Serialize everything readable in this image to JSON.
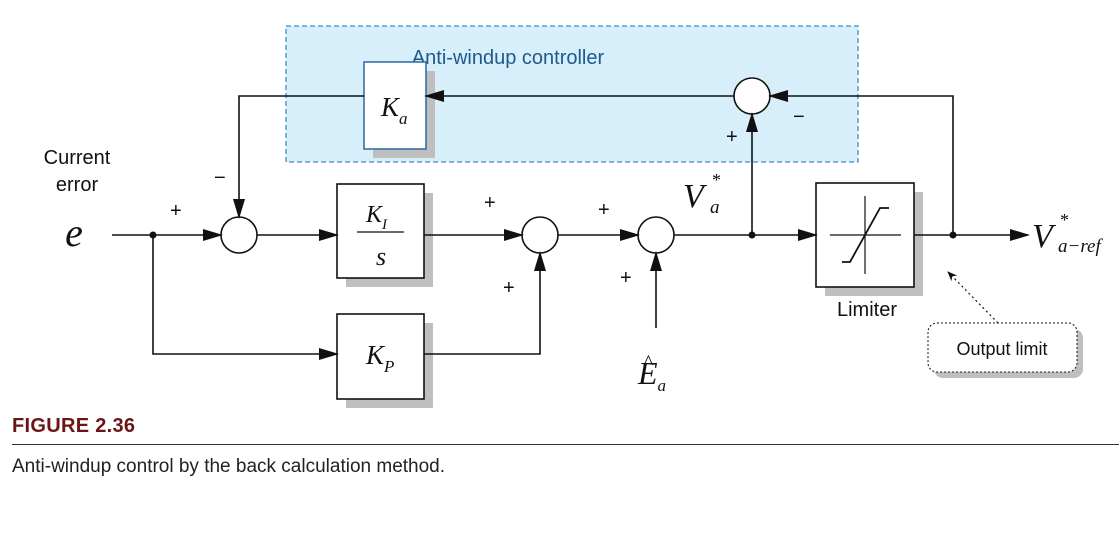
{
  "diagram": {
    "region_title": "Anti-windup controller",
    "input_caption_line1": "Current",
    "input_caption_line2": "error",
    "input_symbol": "e",
    "blocks": {
      "ka": {
        "main": "K",
        "sub": "a"
      },
      "ki": {
        "num_main": "K",
        "num_sub": "I",
        "den": "s"
      },
      "kp": {
        "main": "K",
        "sub": "P"
      }
    },
    "signals": {
      "va_star": {
        "main": "V",
        "sub": "a",
        "sup": "*"
      },
      "va_ref": {
        "main": "V",
        "sub": "a−ref",
        "sup": "*"
      },
      "ea_hat": {
        "main": "E",
        "sub": "a",
        "hat": "^"
      }
    },
    "signs": {
      "sum1_top": "−",
      "sum1_left": "+",
      "sum2_left": "+",
      "sum2_bottom": "+",
      "sum3_left": "+",
      "sum3_bottom": "+",
      "sum4_bottom": "+",
      "sum4_right": "−"
    },
    "limiter_label": "Limiter",
    "callout": "Output limit"
  },
  "figure": {
    "label": "FIGURE 2.36",
    "caption": "Anti-windup control by the back calculation method."
  }
}
